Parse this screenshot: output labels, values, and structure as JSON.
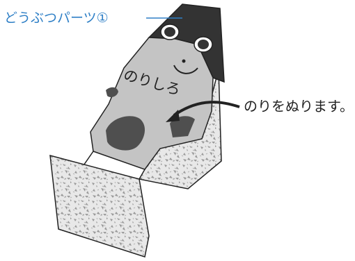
{
  "labels": {
    "part_title": "どうぶつパーツ①",
    "glue_area": "のりしろ",
    "instruction": "のりをぬります。"
  },
  "colors": {
    "title_blue": "#2e7fc6",
    "outline": "#222222",
    "dark_face": "#333333",
    "grey_body": "#c4c4c4",
    "spot": "#4f4f4f",
    "speckle_base": "#e8e8e8",
    "speckle_mark": "#9a9a9a"
  }
}
